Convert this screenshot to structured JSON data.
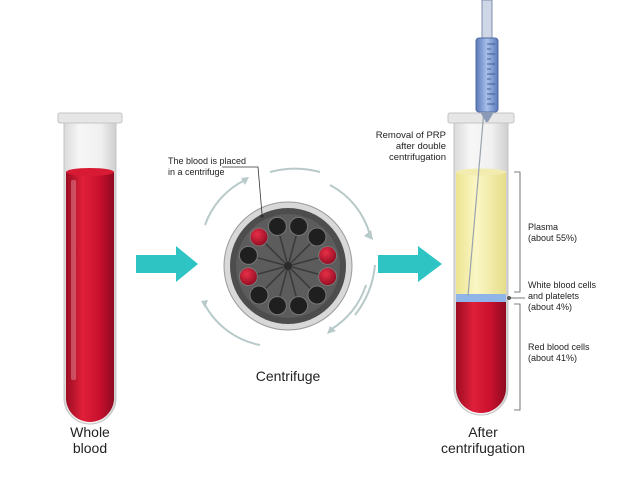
{
  "labels": {
    "whole_blood_line1": "Whole",
    "whole_blood_line2": "blood",
    "centrifuge": "Centrifuge",
    "after_line1": "After",
    "after_line2": "centrifugation",
    "placed_line1": "The blood is placed",
    "placed_line2": "in a centrifuge",
    "removal_line1": "Removal of PRP",
    "removal_line2": "after double",
    "removal_line3": "centrifugation",
    "plasma_line1": "Plasma",
    "plasma_line2": "(about 55%)",
    "wbc_line1": "White blood cells",
    "wbc_line2": "and platelets",
    "wbc_line3": "(about 4%)",
    "rbc_line1": "Red blood cells",
    "rbc_line2": "(about 41%)"
  },
  "layers": [
    {
      "name": "Plasma",
      "percent": 55
    },
    {
      "name": "White blood cells and platelets",
      "percent": 4
    },
    {
      "name": "Red blood cells",
      "percent": 41
    }
  ],
  "colors": {
    "blood": "#c8102e",
    "blood_dark": "#8e0a1f",
    "plasma": "#f7f2b0",
    "buffy_coat": "#8fb4e8",
    "arrow": "#2fc4c4",
    "rotor": "#555555",
    "syringe": "#6f8fc7"
  }
}
